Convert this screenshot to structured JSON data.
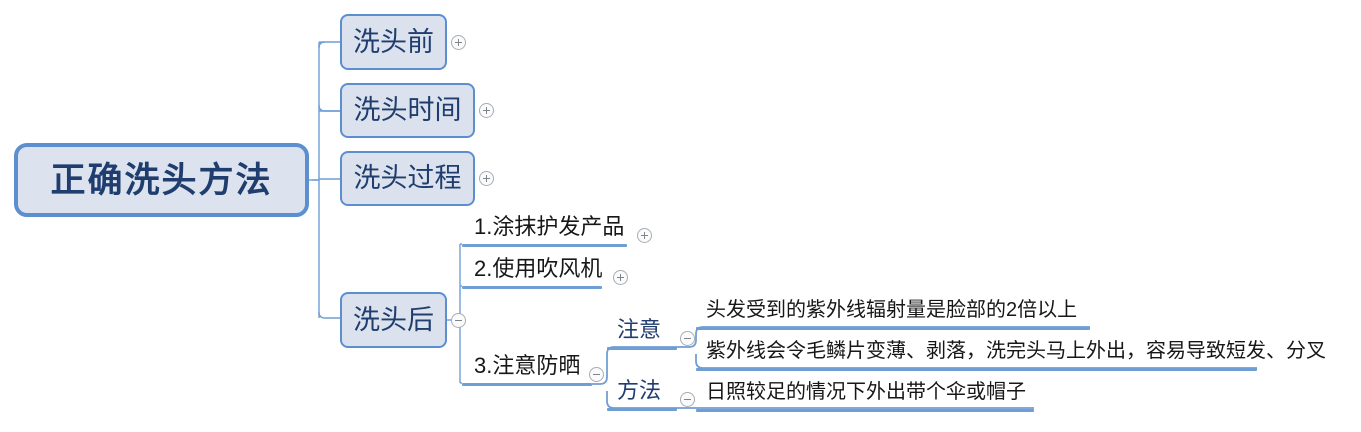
{
  "diagram": {
    "type": "mind-map",
    "title": "正确洗头方法",
    "colors": {
      "root_border": "#5b8fd0",
      "root_fill": "#dce3ee",
      "root_text": "#1f3d6e",
      "branch_border": "#5b8fd0",
      "branch_fill": "#dbe2ed",
      "connector": "#6f9ed4",
      "underline": "#6f9ed4",
      "leaf_text": "#171717",
      "toggle_stroke": "#a7adb5",
      "background": "#ffffff"
    }
  },
  "root": {
    "label": "正确洗头方法"
  },
  "branches": [
    {
      "label": "洗头前",
      "toggle": "plus-icon",
      "state": "collapsed"
    },
    {
      "label": "洗头时间",
      "toggle": "plus-icon",
      "state": "collapsed"
    },
    {
      "label": "洗头过程",
      "toggle": "plus-icon",
      "state": "collapsed"
    },
    {
      "label": "洗头后",
      "toggle": "minus-icon",
      "state": "expanded"
    }
  ],
  "after_children": [
    {
      "label": "1.涂抹护发产品",
      "toggle": "plus-icon",
      "state": "collapsed"
    },
    {
      "label": "2.使用吹风机",
      "toggle": "plus-icon",
      "state": "collapsed"
    },
    {
      "label": "3.注意防晒",
      "toggle": "minus-icon",
      "state": "expanded"
    }
  ],
  "sun_children": [
    {
      "label": "注意",
      "toggle": "minus-icon",
      "state": "expanded"
    },
    {
      "label": "方法",
      "toggle": "minus-icon",
      "state": "expanded"
    }
  ],
  "notice_leaves": [
    {
      "label": "头发受到的紫外线辐射量是脸部的2倍以上"
    },
    {
      "label": "紫外线会令毛鳞片变薄、剥落，洗完头马上外出，容易导致短发、分叉"
    }
  ],
  "method_leaves": [
    {
      "label": "日照较足的情况下外出带个伞或帽子"
    }
  ]
}
